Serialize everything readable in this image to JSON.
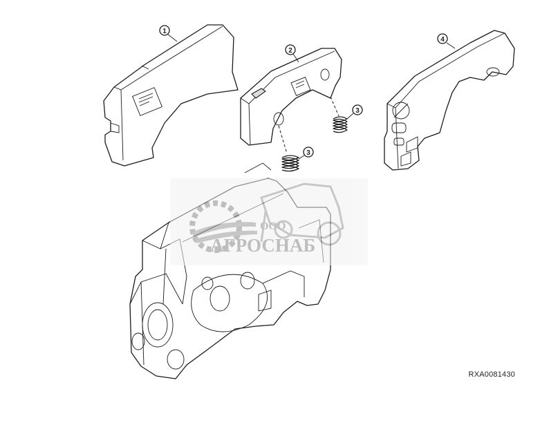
{
  "diagram": {
    "callouts": [
      {
        "id": "callout-1",
        "label": "1"
      },
      {
        "id": "callout-2",
        "label": "2"
      },
      {
        "id": "callout-3a",
        "label": "3"
      },
      {
        "id": "callout-3b",
        "label": "3"
      },
      {
        "id": "callout-4",
        "label": "4"
      }
    ],
    "reference_code": "RXA0081430"
  },
  "watermark": {
    "company_prefix": "ООО",
    "company_name": "АГРОСНАБ"
  }
}
